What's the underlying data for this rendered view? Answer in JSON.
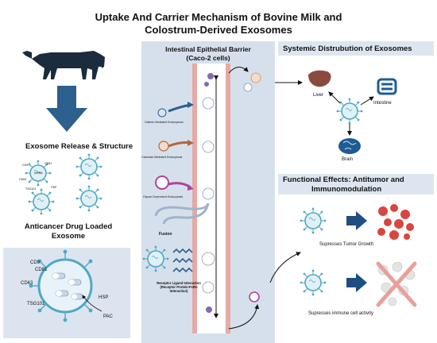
{
  "title_line1": "Uptake And Carrier Mechanism of Bovine Milk and",
  "title_line2": "Colostrum-Derived Exosomes",
  "left": {
    "exosome_release_title": "Exosome Release & Structure",
    "anticancer_title_line1": "Anticancer Drug Loaded",
    "anticancer_title_line2": "Exosome",
    "markers": [
      "CD9",
      "CD81",
      "CD63",
      "TSG101",
      "HSP",
      "PAC"
    ],
    "mini_markers": [
      "CD9",
      "CD81",
      "CD63",
      "TSG101",
      "HSP"
    ],
    "mini_inner": "mRNA"
  },
  "middle": {
    "title_line1": "Intestinal Epithelial Barrier",
    "title_line2": "(Caco-2 cells)",
    "clathrin": "Clathrin Mediated Endocytosis",
    "caveolae": "Caveolae Mediated Endocytosis",
    "glycan": "Glycan Dependent Endocytosis",
    "fusion": "Fusion",
    "receptor_line1": "Receptor Ligand Interaction",
    "receptor_line2": "(Receptor Protein-FcRn",
    "receptor_line3": "Interaction)"
  },
  "right": {
    "systemic_title": "Systemic Distrubution of Exosomes",
    "liver": "Liver",
    "intestine": "Intestine",
    "brain": "Brain",
    "functional_line1": "Functional Effects: Antitumor and",
    "functional_line2": "Immunomodulation",
    "tumor_caption": "Supresses Tumor Growth",
    "immune_caption": "Supresses immune cell activity"
  },
  "colors": {
    "exosome_teal": "#4fa8c6",
    "exosome_fill": "#dff0f7",
    "arrow_blue": "#2d5f8f",
    "panel_blue": "#d6e0ec",
    "tumor_red": "#d9453f",
    "cross_red": "#e9a09a",
    "organ_blue": "#1f5c94",
    "liver_brown": "#8a4a3e",
    "membrane_pink": "#e6a9a3"
  }
}
